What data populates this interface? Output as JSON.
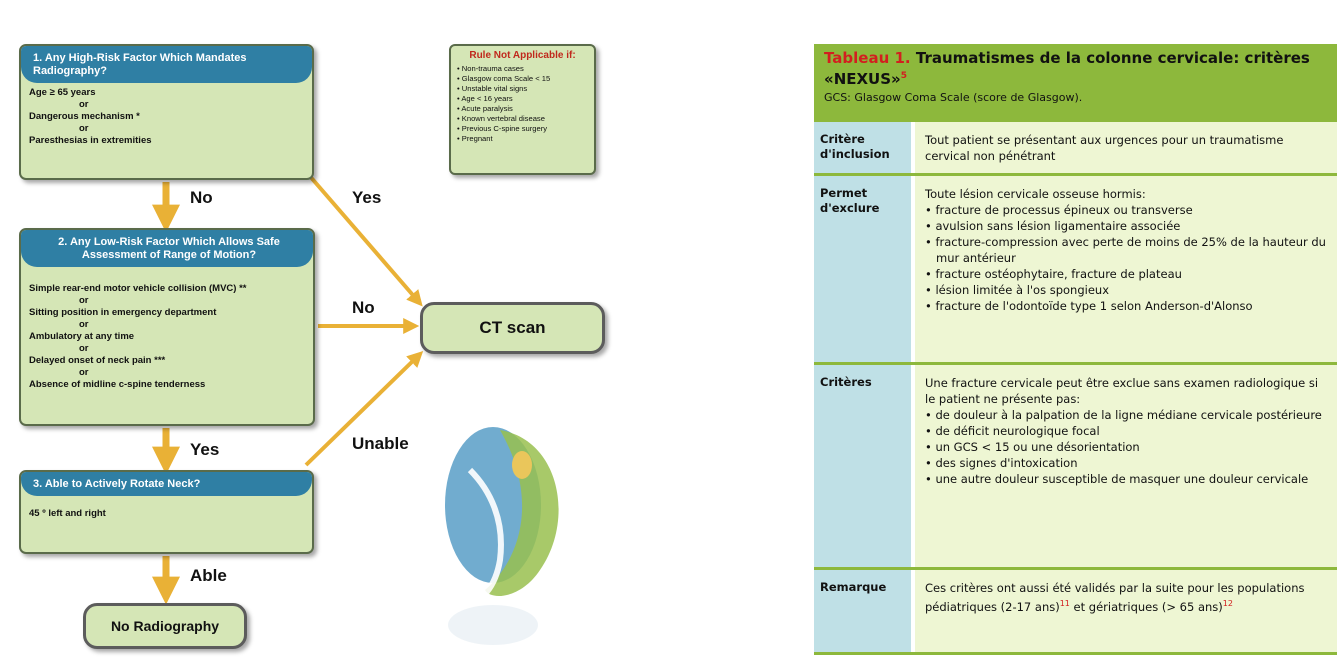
{
  "flowchart": {
    "box1": {
      "header": "1.  Any High-Risk Factor Which Mandates Radiography?",
      "lines": [
        "Age ≥ 65 years",
        "or",
        "Dangerous mechanism *",
        "or",
        "Paresthesias in extremities"
      ]
    },
    "box2": {
      "header": "2.  Any Low-Risk Factor Which Allows Safe Assessment of Range of Motion?",
      "lines": [
        "Simple rear-end motor vehicle collision (MVC) **",
        "or",
        "Sitting position in emergency department",
        "or",
        "Ambulatory at any time",
        "or",
        "Delayed onset of neck pain ***",
        "or",
        "Absence of midline c-spine tenderness"
      ]
    },
    "box3": {
      "header": "3.  Able to Actively Rotate Neck?",
      "lines": [
        "45 º left and right"
      ]
    },
    "rule_box": {
      "title": "Rule Not Applicable if:",
      "items": [
        "Non-trauma cases",
        "Glasgow coma Scale < 15",
        "Unstable vital signs",
        "Age < 16 years",
        "Acute paralysis",
        "Known vertebral disease",
        "Previous C-spine surgery",
        "Pregnant"
      ]
    },
    "ct_scan": "CT scan",
    "no_radiography": "No Radiography",
    "labels": {
      "no1": "No",
      "yes1": "Yes",
      "no2": "No",
      "yes2": "Yes",
      "unable": "Unable",
      "able": "Able"
    },
    "colors": {
      "box_fill": "#d5e6b6",
      "header_fill": "#2f7fa4",
      "arrow": "#e9b136",
      "rule_title": "#c0281c"
    }
  },
  "table": {
    "title_prefix": "Tableau 1.",
    "title_main": "Traumatismes de la colonne cervicale: critères «NEXUS»",
    "title_ref": "5",
    "subtitle": "GCS: Glasgow Coma Scale (score de Glasgow).",
    "rows": [
      {
        "label": "Critère d'inclusion",
        "intro": "Tout patient se présentant aux urgences pour un traumatisme cervical non pénétrant",
        "bullets": []
      },
      {
        "label": "Permet d'exclure",
        "intro": "Toute lésion cervicale osseuse hormis:",
        "bullets": [
          "fracture de processus épineux ou transverse",
          "avulsion sans lésion ligamentaire associée",
          "fracture-compression avec perte de moins de 25% de la hauteur du mur antérieur",
          "fracture ostéophytaire, fracture de plateau",
          "lésion limitée à l'os spongieux",
          "fracture de l'odontoïde type 1 selon Anderson-d'Alonso"
        ]
      },
      {
        "label": "Critères",
        "intro": "Une fracture cervicale peut être exclue sans examen radiologique si le patient ne présente pas:",
        "bullets": [
          "de douleur à la palpation de la ligne médiane cervicale postérieure",
          "de déficit neurologique focal",
          "un GCS < 15 ou une désorientation",
          "des signes d'intoxication",
          "une autre douleur susceptible de masquer une douleur cervicale"
        ]
      },
      {
        "label": "Remarque",
        "text_a": "Ces critères ont aussi été validés par la suite pour les populations pédiatriques (2-17 ans)",
        "ref_a": "11",
        "text_b": " et gériatriques (> 65 ans)",
        "ref_b": "12"
      }
    ],
    "colors": {
      "header": "#8db83c",
      "label_cell": "#bfe0e6",
      "content_cell": "#eef6d3",
      "title_red": "#d21f1f"
    }
  }
}
